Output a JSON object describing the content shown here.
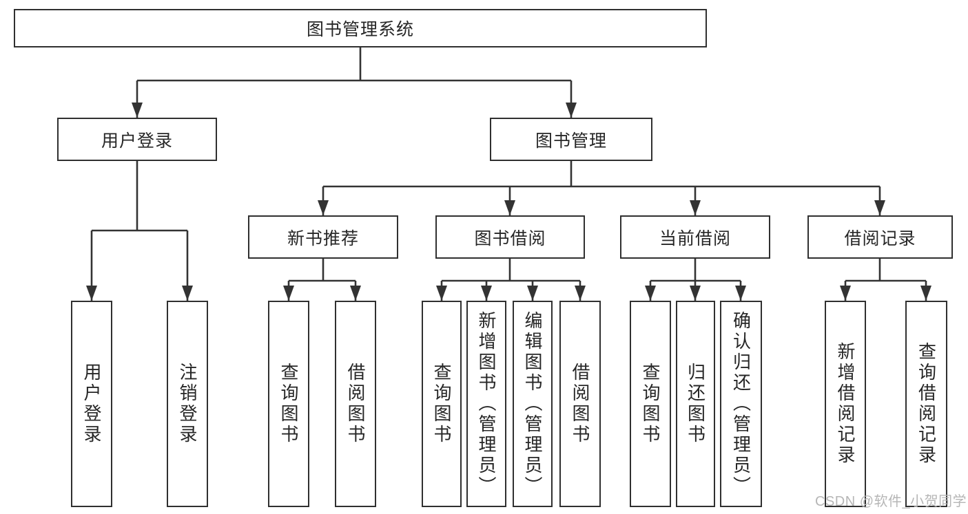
{
  "diagram": {
    "title": "图书管理系统",
    "tree": {
      "label": "图书管理系统",
      "children": [
        {
          "label": "用户登录",
          "children": [
            {
              "label": "用户登录"
            },
            {
              "label": "注销登录"
            }
          ]
        },
        {
          "label": "图书管理",
          "children": [
            {
              "label": "新书推荐",
              "children": [
                {
                  "label": "查询图书"
                },
                {
                  "label": "借阅图书"
                }
              ]
            },
            {
              "label": "图书借阅",
              "children": [
                {
                  "label": "查询图书"
                },
                {
                  "label": "新增图书（管理员）"
                },
                {
                  "label": "编辑图书（管理员）"
                },
                {
                  "label": "借阅图书"
                }
              ]
            },
            {
              "label": "当前借阅",
              "children": [
                {
                  "label": "查询图书"
                },
                {
                  "label": "归还图书"
                },
                {
                  "label": "确认归还（管理员）"
                }
              ]
            },
            {
              "label": "借阅记录",
              "children": [
                {
                  "label": "新增借阅记录"
                },
                {
                  "label": "查询借阅记录"
                }
              ]
            }
          ]
        }
      ]
    }
  },
  "watermark": {
    "text": "CSDN @软件_小贺同学"
  },
  "colors": {
    "line": "#333333",
    "box_border": "#2f2f2f",
    "box_fill": "#ffffff",
    "text": "#262626",
    "watermark": "#b6b6b6",
    "background": "#ffffff"
  }
}
